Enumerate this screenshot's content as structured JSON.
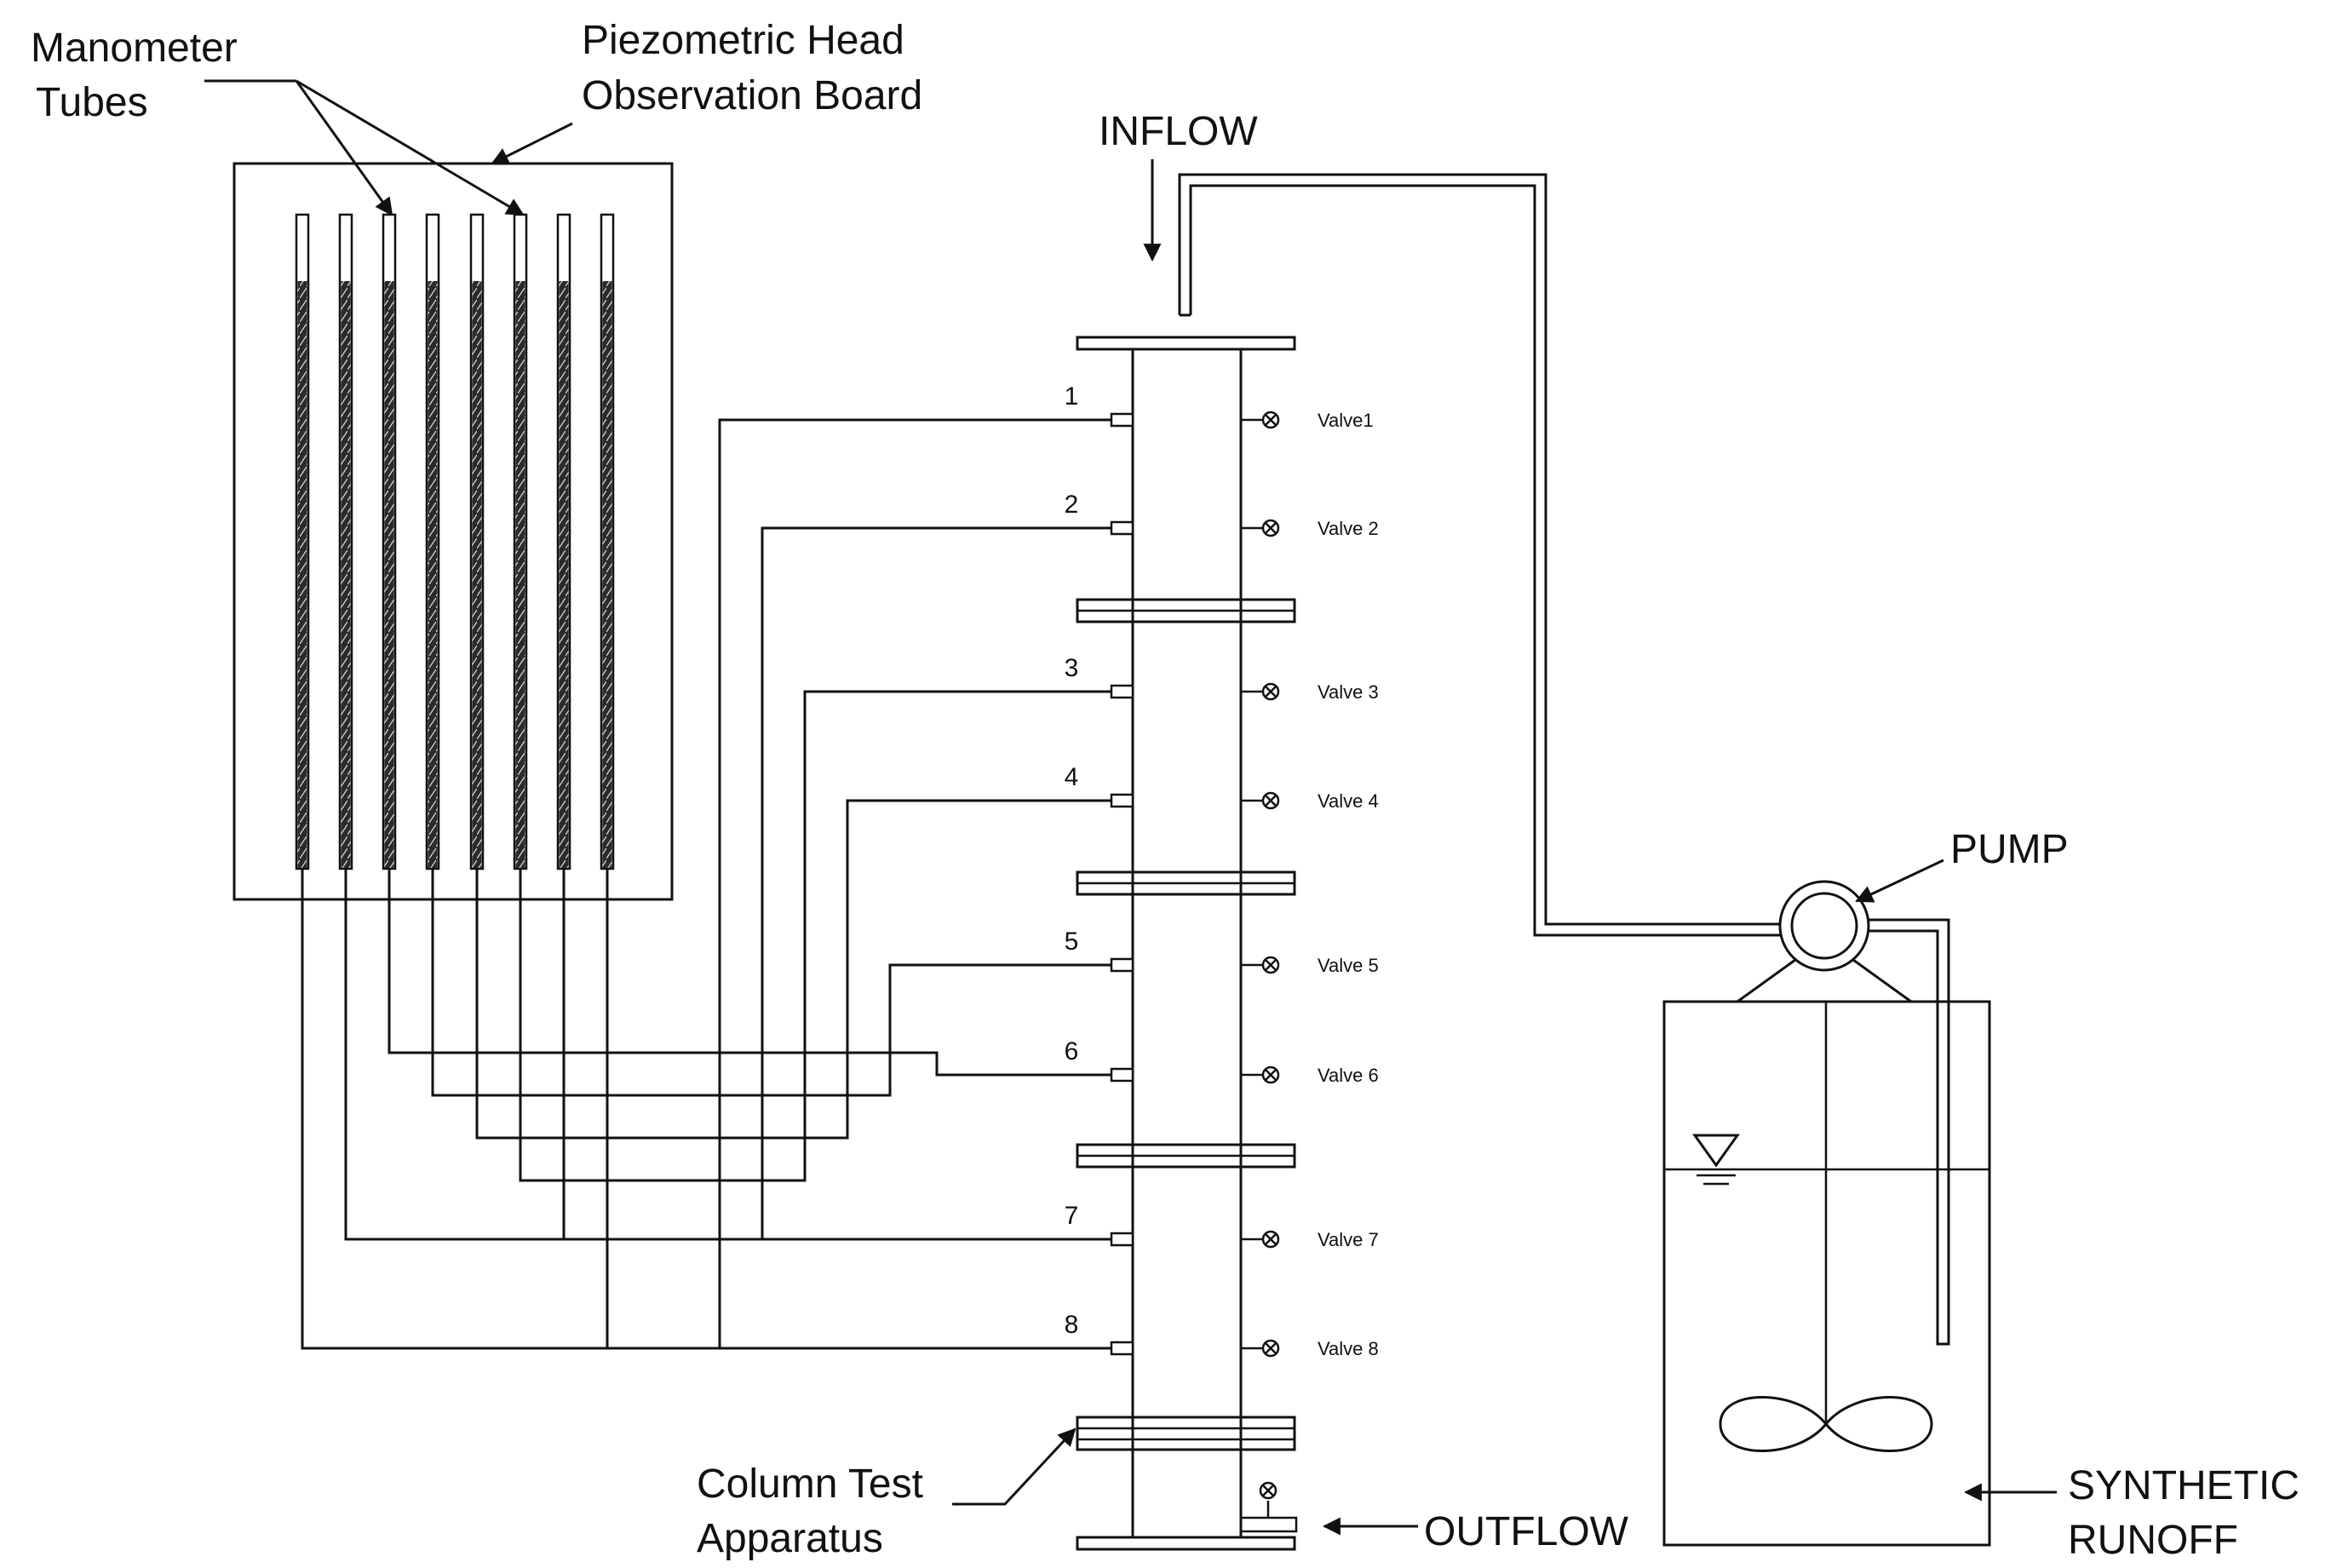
{
  "labels": {
    "manometer_line1": "Manometer",
    "manometer_line2": "Tubes",
    "board_line1": "Piezometric Head",
    "board_line2": "Observation Board",
    "inflow": "INFLOW",
    "pump": "PUMP",
    "column_line1": "Column Test",
    "column_line2": "Apparatus",
    "outflow": "OUTFLOW",
    "runoff_line1": "SYNTHETIC",
    "runoff_line2": "RUNOFF"
  },
  "ports": [
    {
      "number": "1",
      "valve": "Valve1"
    },
    {
      "number": "2",
      "valve": "Valve 2"
    },
    {
      "number": "3",
      "valve": "Valve 3"
    },
    {
      "number": "4",
      "valve": "Valve 4"
    },
    {
      "number": "5",
      "valve": "Valve 5"
    },
    {
      "number": "6",
      "valve": "Valve 6"
    },
    {
      "number": "7",
      "valve": "Valve 7"
    },
    {
      "number": "8",
      "valve": "Valve 8"
    }
  ],
  "colors": {
    "line": "#111111",
    "tube_fill": "#2b2b2b",
    "background": "#ffffff"
  }
}
